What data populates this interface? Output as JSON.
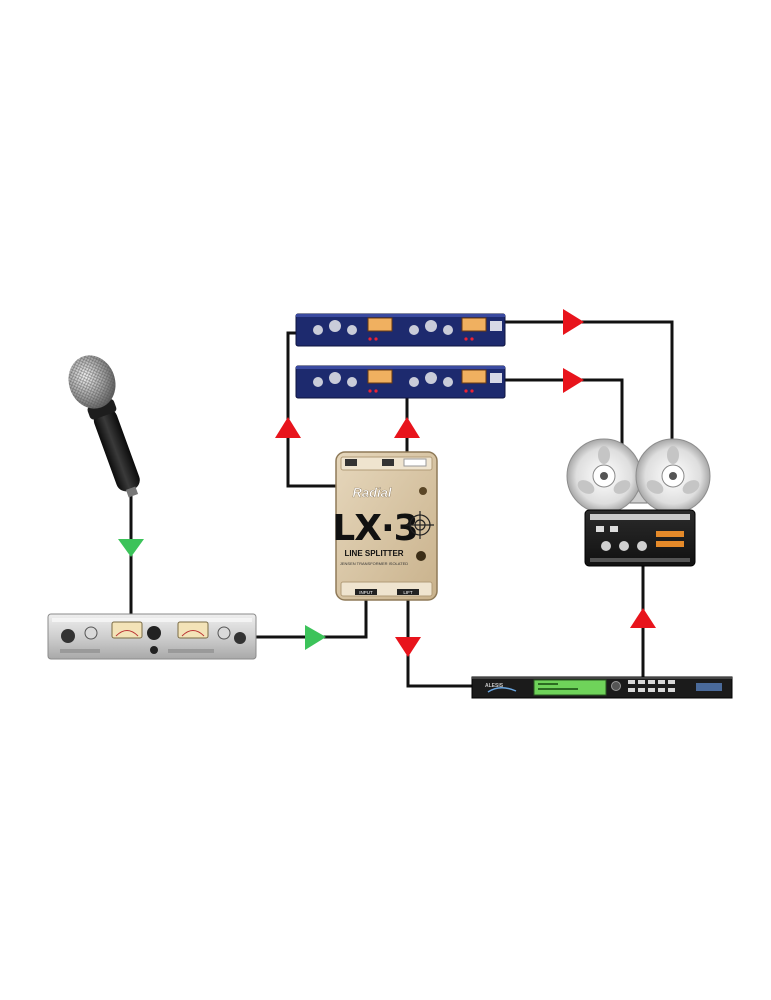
{
  "splitter": {
    "brand": "Radial",
    "model": "LX·3",
    "subtitle": "LINE SPLITTER",
    "tagline": "JENSEN TRANSFORMER ISOLATED",
    "input_label": "INPUT",
    "thru_label": "LIFT"
  },
  "effects_unit": {
    "brand": "ALESIS"
  },
  "colors": {
    "wire": "#111111",
    "arrow_signal_in": "#3cc35a",
    "arrow_signal_out": "#e8141c",
    "preamp_blue": "#1d2a6e",
    "splitter_tan": "#d9c7a8"
  }
}
